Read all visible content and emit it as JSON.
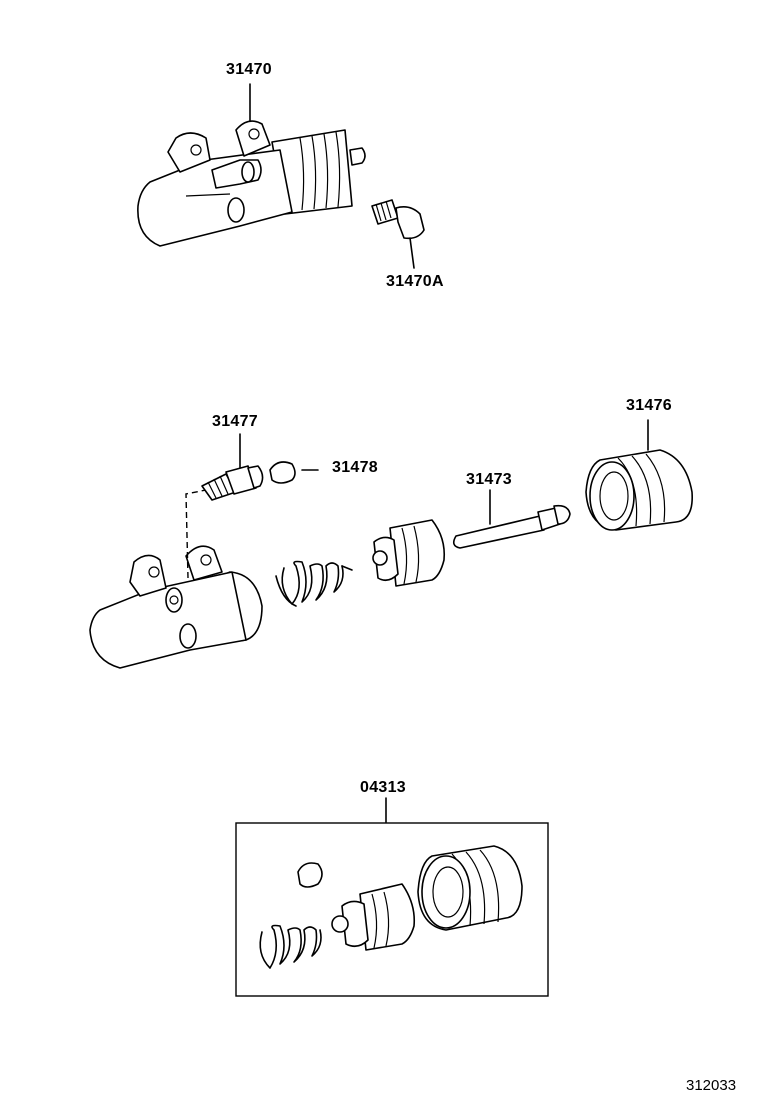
{
  "labels": {
    "p31470": "31470",
    "p31470a": "31470A",
    "p31477": "31477",
    "p31478": "31478",
    "p31473": "31473",
    "p31476": "31476",
    "p04313": "04313"
  },
  "figure_number": "312033"
}
